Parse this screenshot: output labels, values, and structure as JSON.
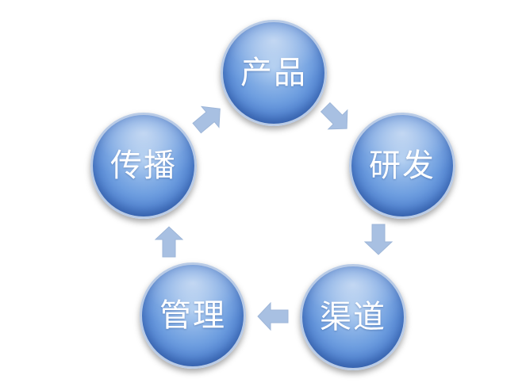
{
  "diagram": {
    "nodes": {
      "product": {
        "label": "产品"
      },
      "rnd": {
        "label": "研发"
      },
      "channel": {
        "label": "渠道"
      },
      "management": {
        "label": "管理"
      },
      "communication": {
        "label": "传播"
      }
    },
    "colors": {
      "node_fill": "#6f9fe0",
      "node_border": "#b9cbe6",
      "arrow_fill": "#a8c0e2",
      "label_color": "#ffffff"
    }
  }
}
